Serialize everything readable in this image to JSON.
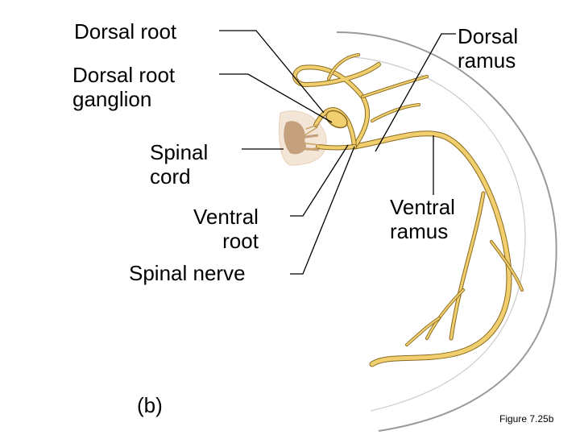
{
  "labels": {
    "dorsal_root": "Dorsal root",
    "dorsal_root_ganglion": "Dorsal root\nganglion",
    "spinal_cord": "Spinal\ncord",
    "ventral_root": "Ventral\nroot",
    "spinal_nerve": "Spinal nerve",
    "dorsal_ramus": "Dorsal\nramus",
    "ventral_ramus": "Ventral\nramus",
    "panel": "(b)",
    "figure": "Figure 7.25b"
  },
  "colors": {
    "background": "#ffffff",
    "nerve_fill": "#f2cf6e",
    "nerve_outline": "#8a6a1e",
    "body_outline": "#999999",
    "gray_matter": "#c4a07c",
    "white_matter": "#f4e6d7",
    "leader_line": "#000000"
  }
}
